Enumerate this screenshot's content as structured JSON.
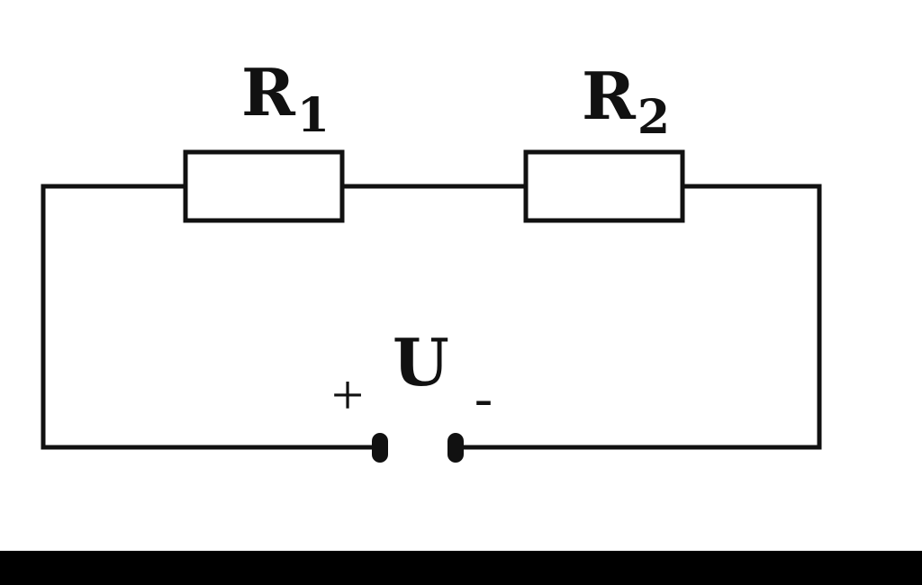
{
  "diagram": {
    "colors": {
      "line": "#111111",
      "background": "#ffffff",
      "bottom_bar": "#000000"
    },
    "resistor_1": {
      "symbol": "R",
      "subscript": "1"
    },
    "resistor_2": {
      "symbol": "R",
      "subscript": "2"
    },
    "source": {
      "label": "U",
      "positive_sign": "+",
      "negative_sign": "-"
    }
  }
}
